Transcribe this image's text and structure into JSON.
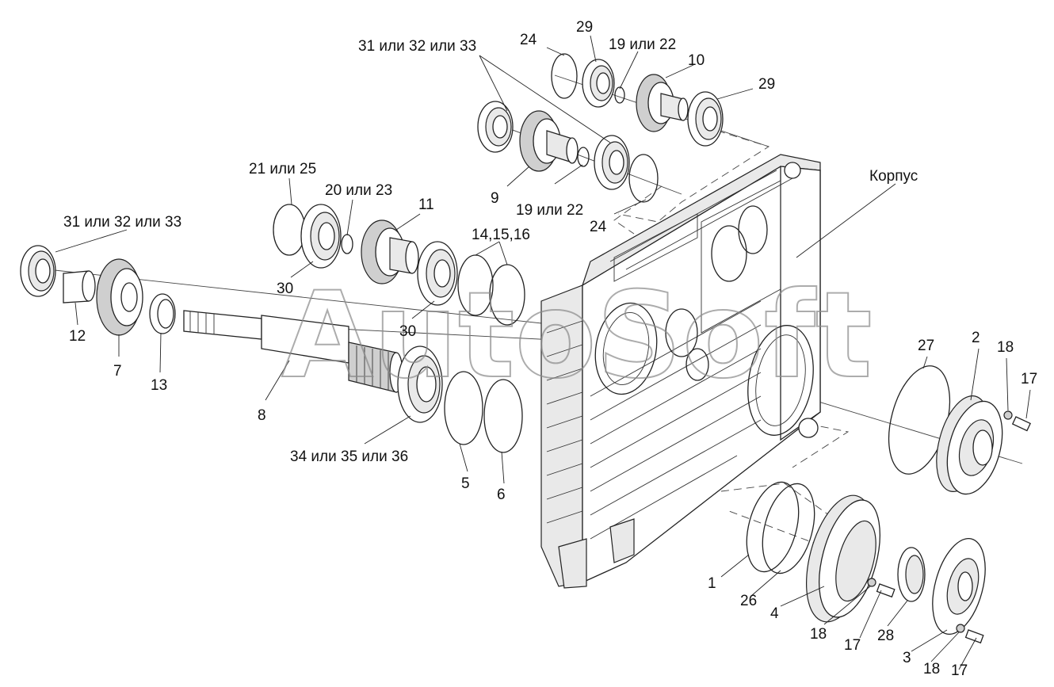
{
  "watermark": "AutoSoft",
  "labels": {
    "l_31a": "31 или 32 или 33",
    "l_24a": "24",
    "l_29a": "29",
    "l_19a": "19 или 22",
    "l_10": "10",
    "l_29b": "29",
    "l_korpus": "Корпус",
    "l_9": "9",
    "l_19b": "19 или 22",
    "l_24b": "24",
    "l_21": "21 или 25",
    "l_20": "20 или 23",
    "l_11": "11",
    "l_31b": "31 или 32 или 33",
    "l_14": "14,15,16",
    "l_30a": "30",
    "l_30b": "30",
    "l_12": "12",
    "l_7": "7",
    "l_13": "13",
    "l_8": "8",
    "l_34": "34 или 35 или 36",
    "l_5": "5",
    "l_6": "6",
    "l_27": "27",
    "l_2": "2",
    "l_18a": "18",
    "l_17a": "17",
    "l_1": "1",
    "l_26": "26",
    "l_4": "4",
    "l_18b": "18",
    "l_17b": "17",
    "l_28": "28",
    "l_3": "3",
    "l_18c": "18",
    "l_17c": "17"
  }
}
